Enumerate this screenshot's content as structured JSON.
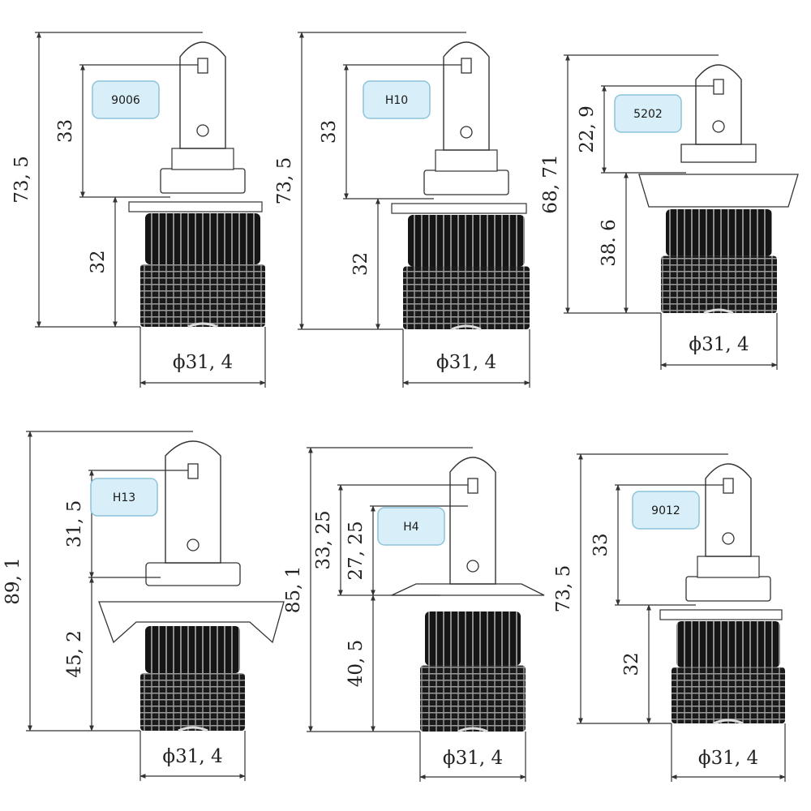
{
  "bulbs": [
    {
      "model": "9006",
      "overall": "73, 5",
      "upper": "33",
      "lower": "32",
      "diameter": "ϕ31, 4"
    },
    {
      "model": "H10",
      "overall": "73, 5",
      "upper": "33",
      "lower": "32",
      "diameter": "ϕ31, 4"
    },
    {
      "model": "5202",
      "overall": "68, 71",
      "upper": "22, 9",
      "lower": "38. 6",
      "diameter": "ϕ31, 4"
    },
    {
      "model": "H13",
      "overall": "89, 1",
      "upper": "31, 5",
      "lower": "45, 2",
      "diameter": "ϕ31, 4"
    },
    {
      "model": "H4",
      "overall": "85, 1",
      "upper": "33, 25",
      "upper2": "27, 25",
      "lower": "40, 5",
      "diameter": "ϕ31, 4"
    },
    {
      "model": "9012",
      "overall": "73, 5",
      "upper": "33",
      "lower": "32",
      "diameter": "ϕ31, 4"
    }
  ],
  "colors": {
    "line": "#333333",
    "body": "#1b1b1b",
    "label_fill": "#d8eef8",
    "label_stroke": "#8cc4dc"
  }
}
